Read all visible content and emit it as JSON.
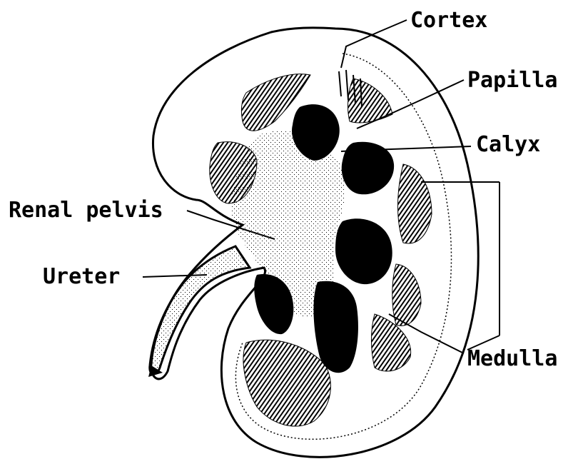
{
  "labels": {
    "cortex": "Cortex",
    "papilla": "Papilla",
    "calyx": "Calyx",
    "renal_pelvis": "Renal pelvis",
    "ureter": "Ureter",
    "medulla": "Medulla"
  },
  "colors": {
    "ink": "#000000",
    "paper": "#ffffff",
    "stipple": "#8a8a8a"
  }
}
